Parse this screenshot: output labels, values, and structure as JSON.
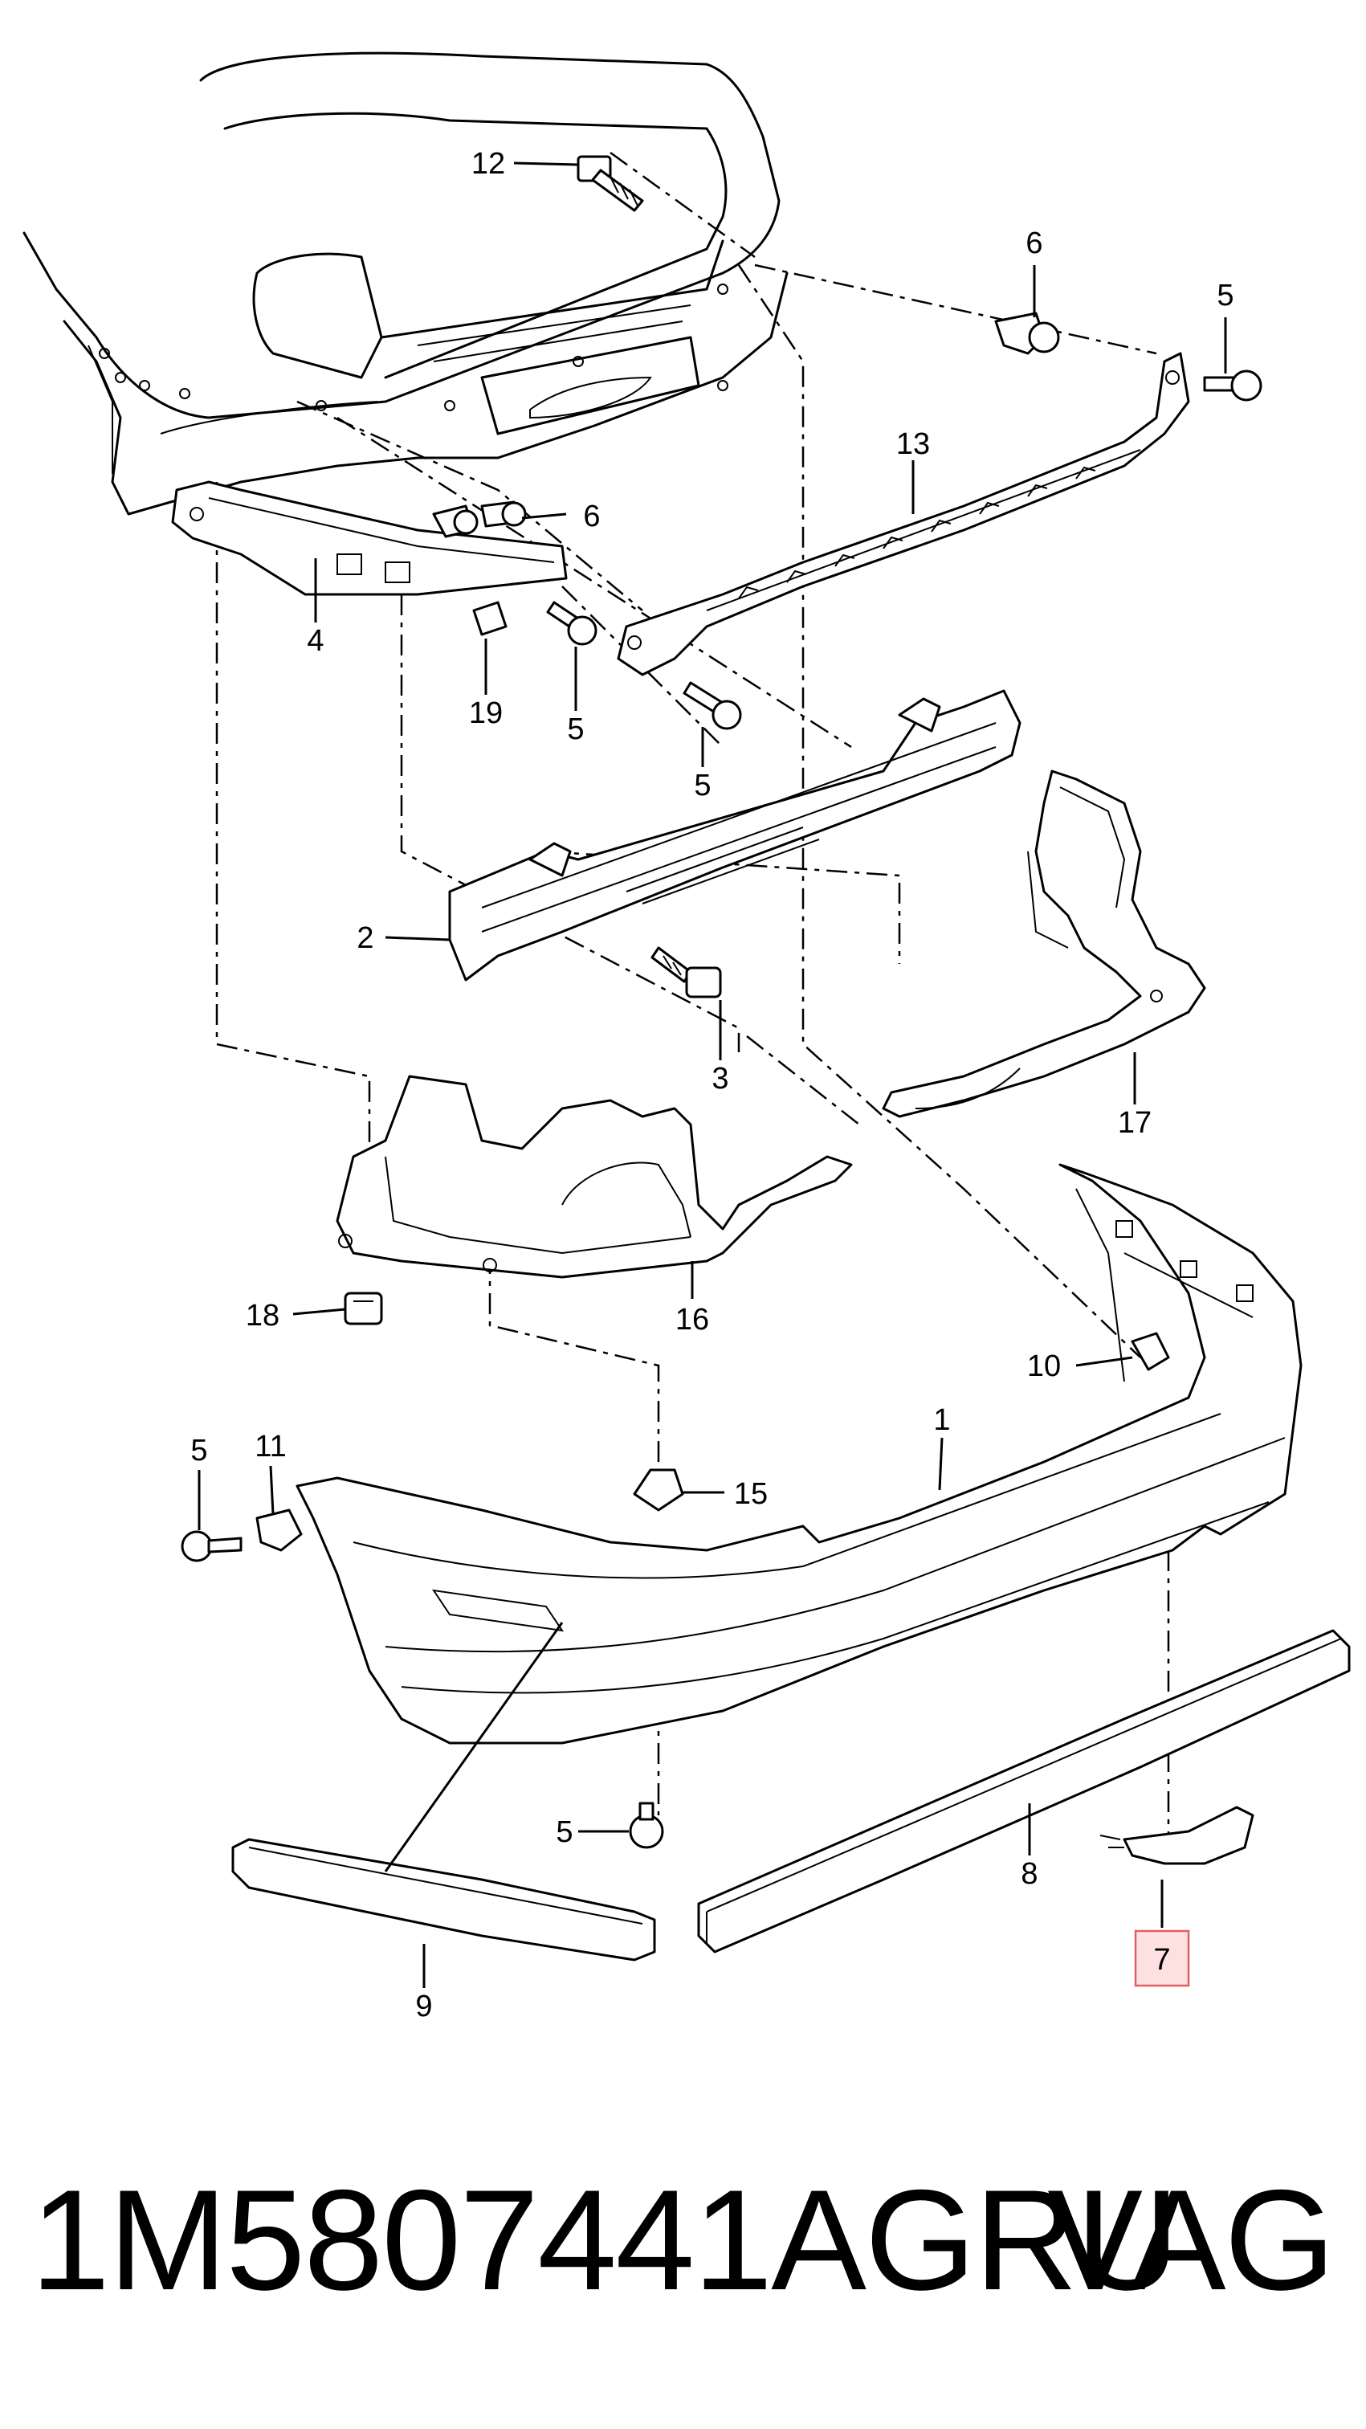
{
  "labels": {
    "p1": "1",
    "p2": "2",
    "p3": "3",
    "p4": "4",
    "p5a": "5",
    "p5b": "5",
    "p5c": "5",
    "p5d": "5",
    "p5e": "5",
    "p6a": "6",
    "p6b": "6",
    "p7": "7",
    "p8": "8",
    "p9": "9",
    "p10": "10",
    "p11": "11",
    "p12": "12",
    "p13": "13",
    "p15": "15",
    "p16": "16",
    "p17": "17",
    "p18": "18",
    "p19": "19"
  },
  "highlight": {
    "part": "7",
    "fill_color": "#fde0e0",
    "border_color": "#e06060"
  },
  "footer": {
    "part_number": "1M5807441AGRU",
    "brand": "VAG"
  }
}
